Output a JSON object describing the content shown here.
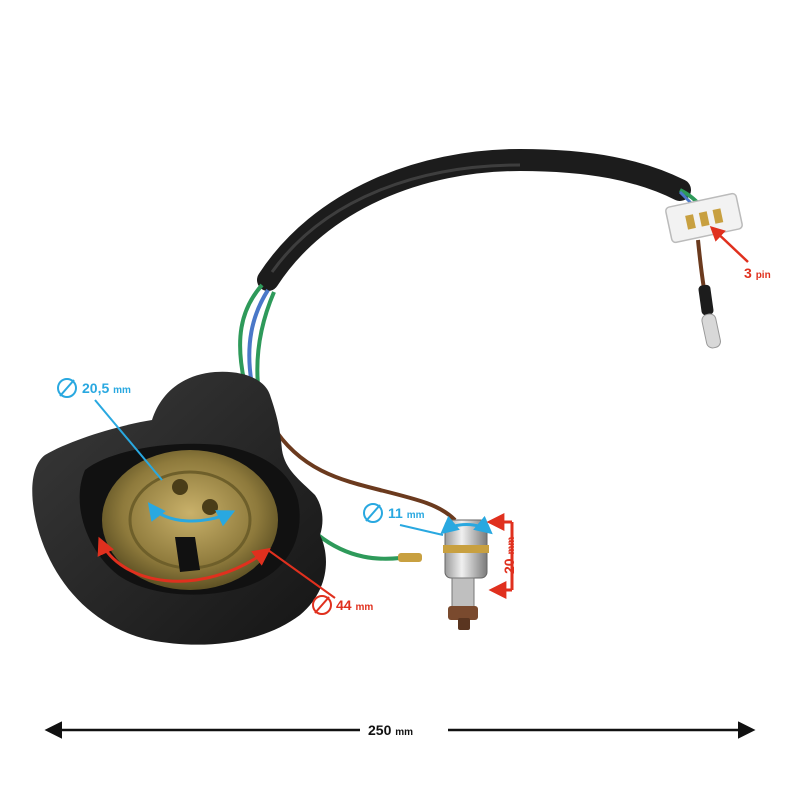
{
  "annotations": {
    "socket_inner_diameter": {
      "value": "20,5",
      "unit": "mm",
      "color": "#29a8e0"
    },
    "socket_outer_diameter": {
      "value": "44",
      "unit": "mm",
      "color": "#e0301e"
    },
    "small_bulb_diameter": {
      "value": "11",
      "unit": "mm",
      "color": "#29a8e0"
    },
    "small_bulb_height": {
      "value": "20",
      "unit": "mm",
      "color": "#e0301e"
    },
    "connector_pins": {
      "value": "3",
      "unit": "pin",
      "color": "#e0301e"
    },
    "total_length": {
      "value": "250",
      "unit": "mm",
      "color": "#111111"
    }
  },
  "colors": {
    "rubber": "#2a2a2a",
    "cable_sheath": "#1c1c1c",
    "wire_green": "#2e9a5a",
    "wire_blue": "#4a78c8",
    "wire_brown": "#6b3a1e",
    "metal_base": "#a08a4a",
    "connector": "#f2f2f2"
  }
}
